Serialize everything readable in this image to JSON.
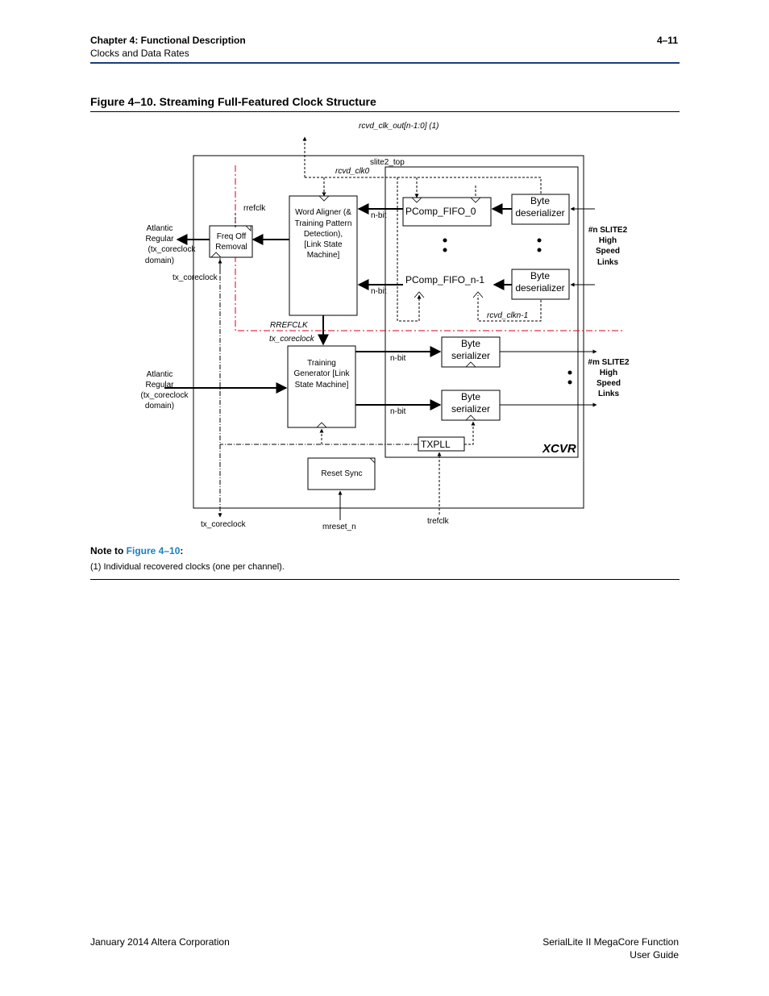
{
  "header": {
    "chapter": "Chapter 4:  Functional Description",
    "section": "Clocks and Data Rates",
    "page_number": "4–11"
  },
  "figure": {
    "title": "Figure 4–10.  Streaming Full-Featured Clock Structure",
    "labels": {
      "rcvd_clk_out": "rcvd_clk_out[n-1:0] (1)",
      "slite2_top": "slite2_top",
      "rcvd_clk0": "rcvd_clk0",
      "rrefclk": "rrefclk",
      "atlantic_regular_1": [
        "Atlantic",
        "Regular",
        "(tx_coreclock",
        "domain)"
      ],
      "tx_coreclock_left": "tx_coreclock",
      "freq_off_removal": [
        "Freq Off",
        "Removal"
      ],
      "word_aligner": [
        "Word Aligner (&",
        "Training Pattern",
        "Detection),",
        "[Link State",
        "Machine]"
      ],
      "n_bit": "n-bit",
      "pcomp_fifo_0": "PComp_FIFO_0",
      "pcomp_fifo_n1": "PComp_FIFO_n-1",
      "byte_deserializer": [
        "Byte",
        "deserializer"
      ],
      "rcvd_clkn1": "rcvd_clkn-1",
      "n_slite2_links": [
        "#n SLITE2",
        "High",
        "Speed",
        "Links"
      ],
      "m_slite2_links": [
        "#m SLITE2",
        "High",
        "Speed",
        "Links"
      ],
      "rrefclk_caps": "RREFCLK",
      "tx_coreclock_italic": "tx_coreclock",
      "atlantic_regular_2": [
        "Atlantic",
        "Regular",
        "(tx_coreclock",
        "domain)"
      ],
      "training_generator": [
        "Training",
        "Generator [Link",
        "State Machine]"
      ],
      "byte_serializer": [
        "Byte",
        "serializer"
      ],
      "txpll": "TXPLL",
      "xcvr": "XCVR",
      "reset_sync": "Reset Sync",
      "tx_coreclock_bottom": "tx_coreclock",
      "mreset_n": "mreset_n",
      "trefclk": "trefclk"
    }
  },
  "note": {
    "prefix": "Note to ",
    "link": "Figure 4–10",
    "suffix": ":",
    "items": [
      "(1)    Individual recovered clocks (one per channel)."
    ]
  },
  "footer": {
    "left": "January 2014    Altera Corporation",
    "right_line1": "SerialLite II MegaCore Function",
    "right_line2": "User Guide"
  },
  "colors": {
    "rule_blue": "#1a3d7c",
    "link_blue": "#1a7fc1",
    "reset_domain_red": "#d9001b"
  }
}
